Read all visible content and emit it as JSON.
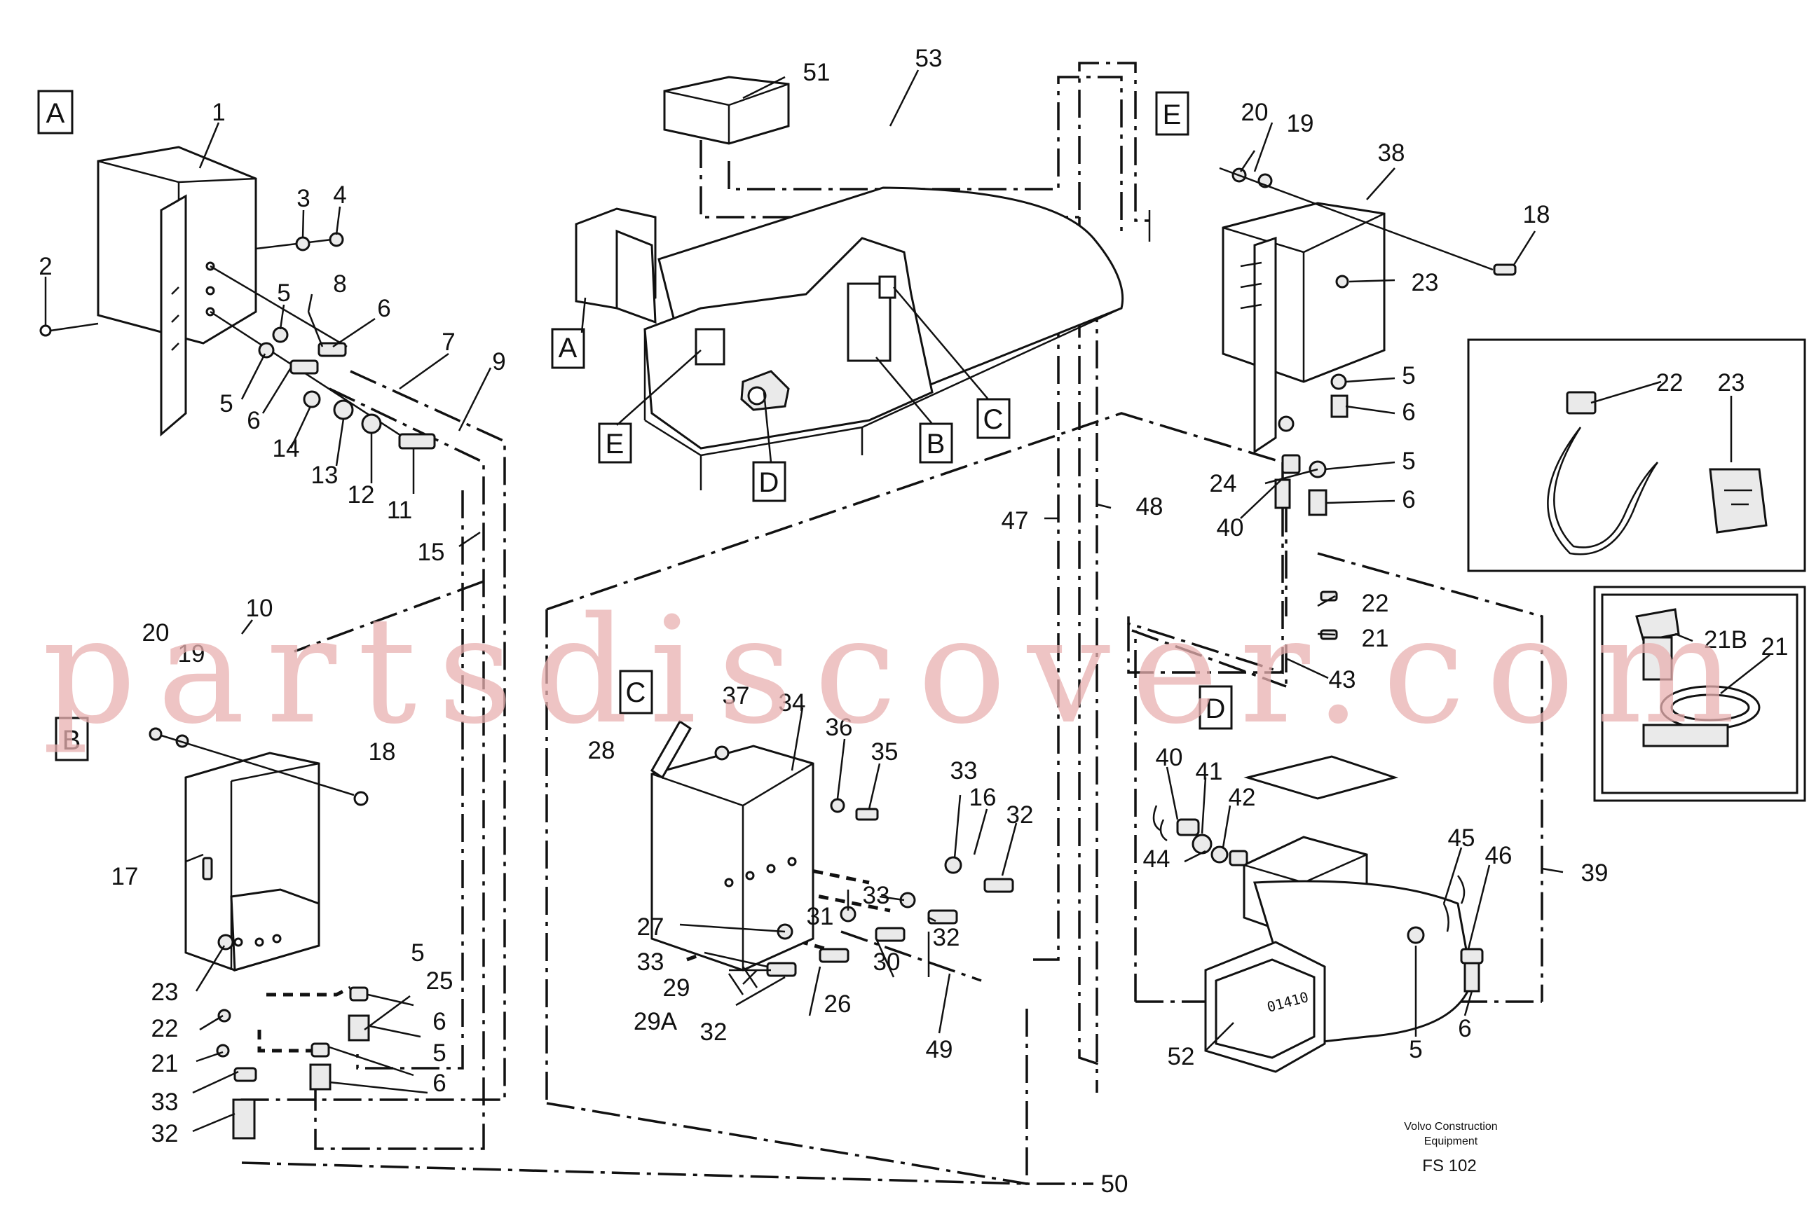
{
  "watermark": "partsdiscover.com",
  "section_letters": {
    "A": "A",
    "B": "B",
    "C": "C",
    "D": "D",
    "E": "E"
  },
  "callouts": [
    "1",
    "2",
    "3",
    "4",
    "5",
    "8",
    "6",
    "7",
    "9",
    "5",
    "6",
    "14",
    "13",
    "12",
    "11",
    "15",
    "10",
    "20",
    "19",
    "18",
    "17",
    "23",
    "5",
    "25",
    "6",
    "22",
    "5",
    "21",
    "6",
    "33",
    "32",
    "51",
    "53",
    "47",
    "48",
    "28",
    "37",
    "34",
    "36",
    "35",
    "33",
    "16",
    "32",
    "33",
    "31",
    "32",
    "27",
    "33",
    "30",
    "29",
    "29A",
    "32",
    "26",
    "49",
    "50",
    "20",
    "19",
    "38",
    "18",
    "23",
    "5",
    "6",
    "24",
    "5",
    "40",
    "6",
    "22",
    "21",
    "43",
    "40",
    "41",
    "42",
    "44",
    "45",
    "46",
    "39",
    "5",
    "6",
    "52",
    "22",
    "23",
    "21B",
    "21"
  ],
  "footer": {
    "brand_line1": "Volvo Construction",
    "brand_line2": "Equipment",
    "code": "FS 102"
  },
  "plate_text": "01410"
}
